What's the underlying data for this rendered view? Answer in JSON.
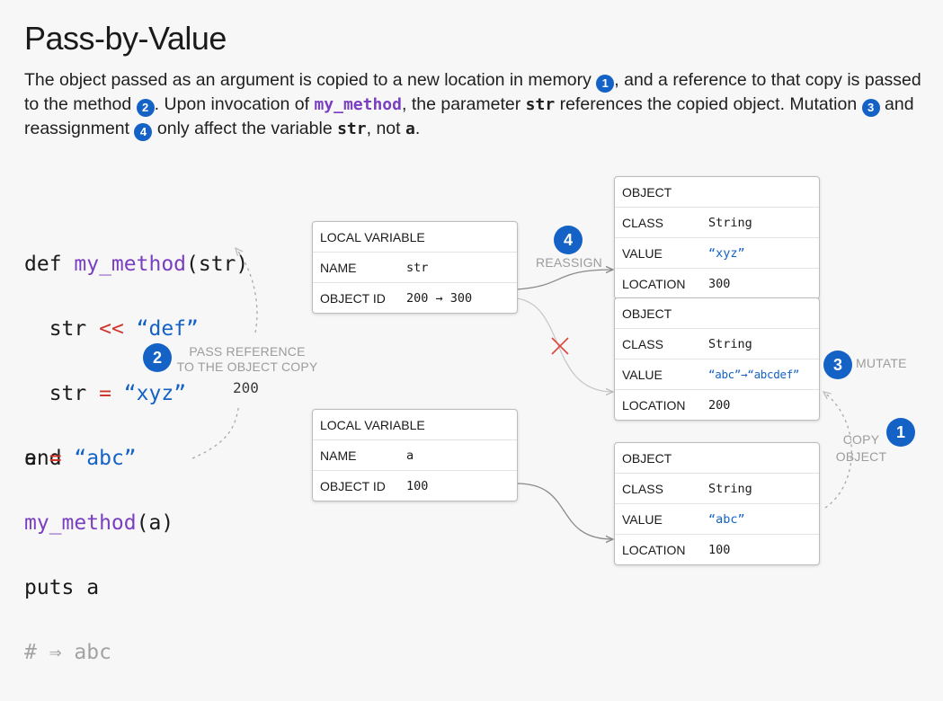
{
  "title": "Pass-by-Value",
  "description": {
    "p1": "The object passed as an argument is copied to a new location in memory ",
    "b1": "1",
    "p2": ", and a reference to that copy is passed to the method ",
    "b2": "2",
    "p3": ". Upon invocation of ",
    "method": "my_method",
    "p4": ", the parameter ",
    "param": "str",
    "p5": " references the copied object. Mutation ",
    "b3": "3",
    "p6": " and reassignment ",
    "b4": "4",
    "p7": " only affect the variable ",
    "param2": "str",
    "p8": ", not ",
    "var": "a",
    "p9": "."
  },
  "code_top": {
    "def": "def ",
    "method": "my_method",
    "params": "(str)",
    "l2_var": "  str ",
    "l2_op": "<<",
    "l2_str": " “def”",
    "l3_var": "  str ",
    "l3_op": "=",
    "l3_str": " “xyz”",
    "end": "end"
  },
  "code_bottom": {
    "l1_var": "a ",
    "l1_op": "=",
    "l1_str": " “abc”",
    "l2_method": "my_method",
    "l2_args": "(a)",
    "l3": "puts a",
    "l4": "# ⇒ abc"
  },
  "annotations": {
    "pass_ref_badge": "2",
    "pass_ref_line1": "PASS REFERENCE",
    "pass_ref_line2": "TO THE OBJECT COPY",
    "pass_ref_id": "200",
    "reassign_badge": "4",
    "reassign": "REASSIGN",
    "mutate_badge": "3",
    "mutate": "MUTATE",
    "copy_badge": "1",
    "copy_line1": "COPY",
    "copy_line2": "OBJECT"
  },
  "local_str": {
    "header": "LOCAL VARIABLE",
    "name_key": "NAME",
    "name_val": "str",
    "id_key": "OBJECT ID",
    "id_val": "200 → 300"
  },
  "local_a": {
    "header": "LOCAL VARIABLE",
    "name_key": "NAME",
    "name_val": "a",
    "id_key": "OBJECT ID",
    "id_val": "100"
  },
  "obj_300": {
    "header": "OBJECT",
    "class_key": "CLASS",
    "class_val": "String",
    "value_key": "VALUE",
    "value_val": "“xyz”",
    "loc_key": "LOCATION",
    "loc_val": "300"
  },
  "obj_200": {
    "header": "OBJECT",
    "class_key": "CLASS",
    "class_val": "String",
    "value_key": "VALUE",
    "value_val": "“abc”→“abcdef”",
    "loc_key": "LOCATION",
    "loc_val": "200"
  },
  "obj_100": {
    "header": "OBJECT",
    "class_key": "CLASS",
    "class_val": "String",
    "value_key": "VALUE",
    "value_val": "“abc”",
    "loc_key": "LOCATION",
    "loc_val": "100"
  },
  "colors": {
    "accent": "#1462c6",
    "method": "#7a3fc0",
    "operator": "#d0352b",
    "muted": "#9c9c9c"
  }
}
